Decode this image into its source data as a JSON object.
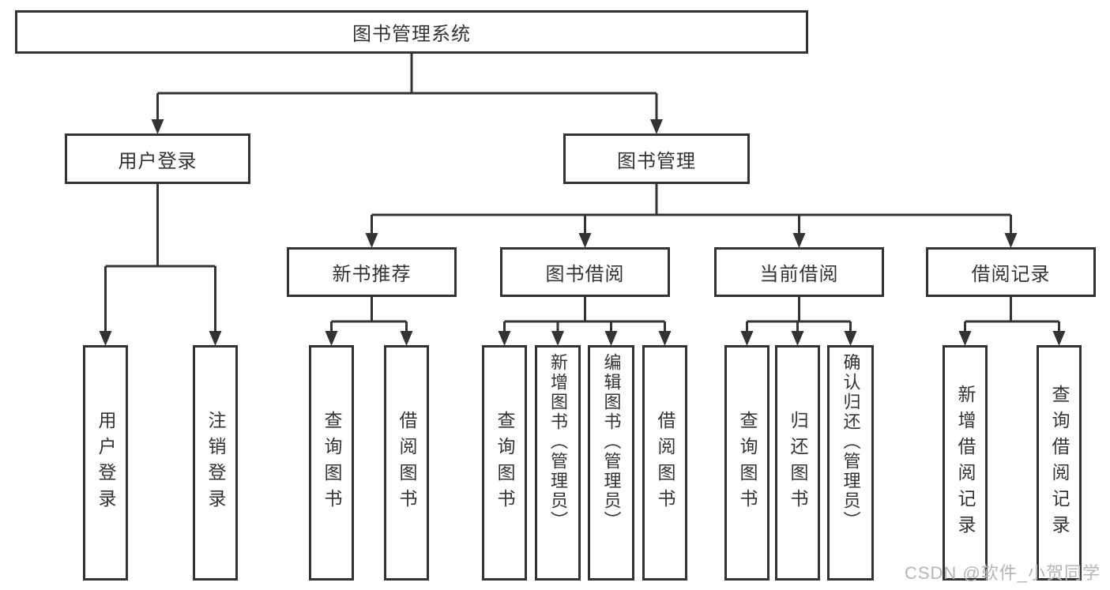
{
  "tree": {
    "label": "图书管理系统",
    "children": [
      {
        "label": "用户登录",
        "children": [
          {
            "label": "用户登录"
          },
          {
            "label": "注销登录"
          }
        ]
      },
      {
        "label": "图书管理",
        "children": [
          {
            "label": "新书推荐",
            "children": [
              {
                "label": "查询图书"
              },
              {
                "label": "借阅图书"
              }
            ]
          },
          {
            "label": "图书借阅",
            "children": [
              {
                "label": "查询图书"
              },
              {
                "label": "新增图书（管理员）"
              },
              {
                "label": "编辑图书（管理员）"
              },
              {
                "label": "借阅图书"
              }
            ]
          },
          {
            "label": "当前借阅",
            "children": [
              {
                "label": "查询图书"
              },
              {
                "label": "归还图书"
              },
              {
                "label": "确认归还（管理员）"
              }
            ]
          },
          {
            "label": "借阅记录",
            "children": [
              {
                "label": "新增借阅记录"
              },
              {
                "label": "查询借阅记录"
              }
            ]
          }
        ]
      }
    ]
  },
  "watermark": {
    "text": "CSDN @软件_小贺同学"
  },
  "colors": {
    "line": "#333333",
    "text": "#333333",
    "box_background": "#ffffff",
    "watermark": "#b5b5b5"
  }
}
